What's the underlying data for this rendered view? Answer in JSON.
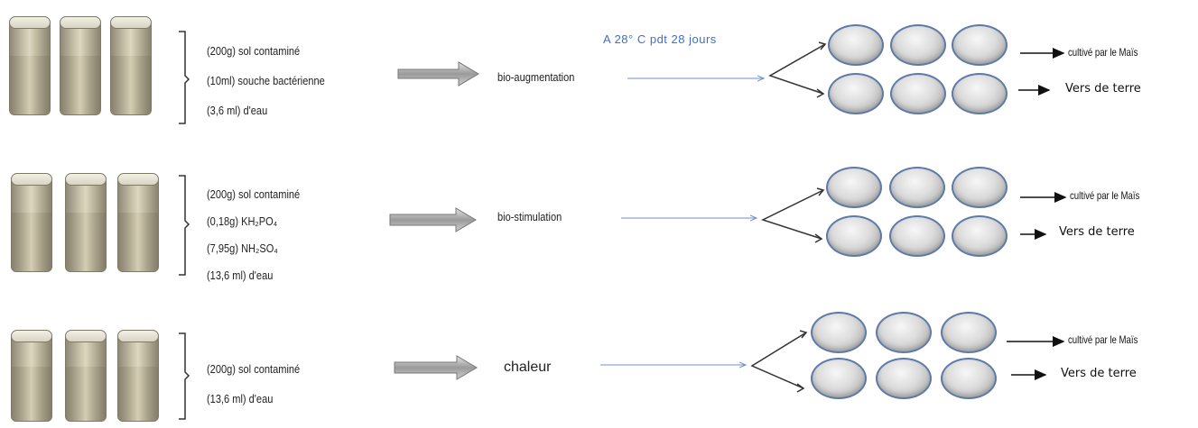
{
  "note": "A 28°  C pdt  28 jours",
  "rows": [
    {
      "ingredients": [
        "(200g) sol contaminé",
        "(10ml) souche bactérienne",
        "(3,6 ml) d'eau"
      ],
      "method": "bio-augmentation",
      "outputs": [
        "cultivé par le Maïs",
        "Vers de terre"
      ]
    },
    {
      "ingredients": [
        "(200g) sol contaminé",
        "(0,18g)  KH₂PO₄",
        "(7,95g)  NH₂SO₄",
        "(13,6 ml) d'eau"
      ],
      "method": "bio-stimulation",
      "outputs": [
        "cultivé par le Maïs",
        "Vers de terre"
      ]
    },
    {
      "ingredients": [
        "(200g) sol contaminé",
        "(13,6 ml) d'eau"
      ],
      "method": "chaleur",
      "outputs": [
        "cultivé par le Maïs",
        "Vers de terre"
      ]
    }
  ],
  "colors": {
    "note": "#3a6fd0",
    "flow_line": "#6f8fd0",
    "dish_border": "#5d7aa8"
  }
}
